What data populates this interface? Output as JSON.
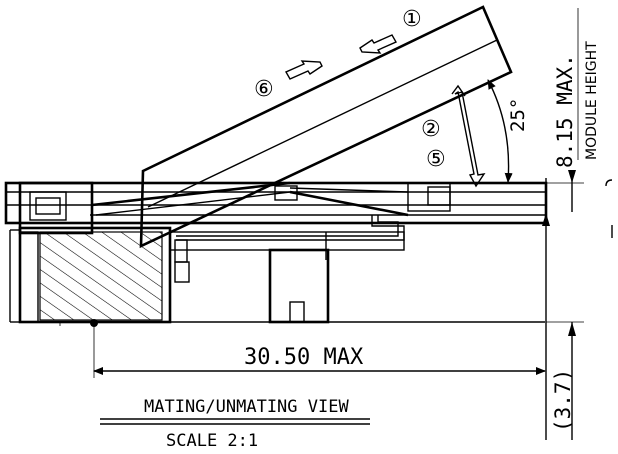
{
  "drawing": {
    "view_title": "MATING/UNMATING VIEW",
    "scale": "SCALE 2:1",
    "dim_width": "30.50 MAX",
    "dim_height": "8.15 MAX.",
    "dim_height_label": "MODULE HEIGHT",
    "dim_angle": "25°",
    "dim_offset": "(3.7)",
    "step_1": "①",
    "step_2": "②",
    "step_5": "⑤",
    "step_6": "⑥"
  }
}
